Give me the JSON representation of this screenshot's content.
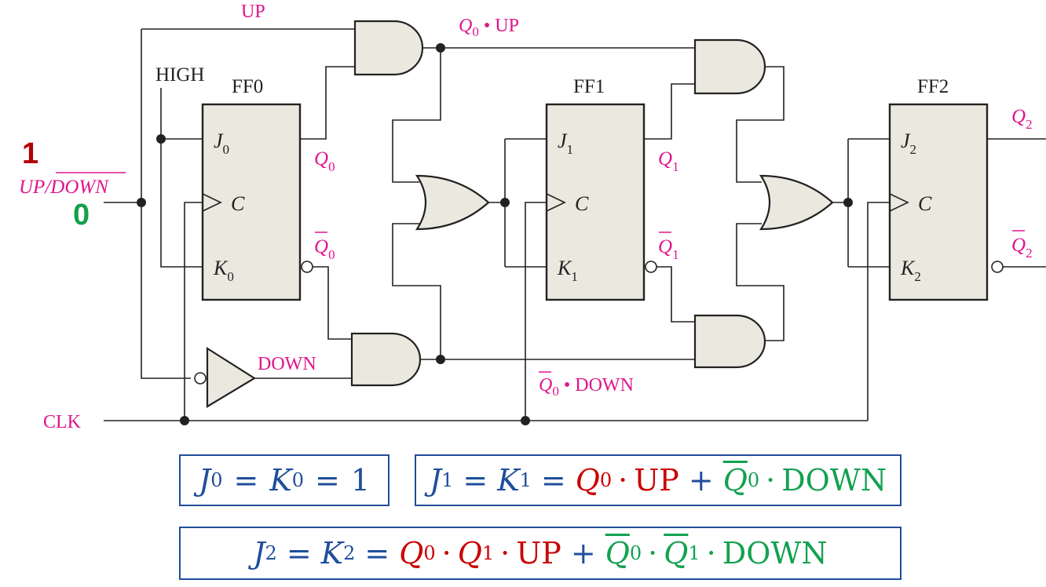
{
  "labels": {
    "up": "UP",
    "high": "HIGH",
    "ff0": "FF0",
    "ff1": "FF1",
    "ff2": "FF2",
    "down": "DOWN",
    "clk": "CLK",
    "updown_up": "UP/",
    "updown_down": "DOWN",
    "one": "1",
    "zero": "0",
    "q0_up_q": "Q",
    "q0_up_sub": "0",
    "q0_up_tail": "• UP",
    "q0n_down_q": "Q",
    "q0n_down_sub": "0",
    "q0n_down_tail": "• DOWN"
  },
  "flipflops": [
    {
      "name": "FF0",
      "j": "J",
      "j_sub": "0",
      "c": "C",
      "k": "K",
      "k_sub": "0",
      "q": "Q",
      "q_sub": "0",
      "qn": "Q",
      "qn_sub": "0"
    },
    {
      "name": "FF1",
      "j": "J",
      "j_sub": "1",
      "c": "C",
      "k": "K",
      "k_sub": "1",
      "q": "Q",
      "q_sub": "1",
      "qn": "Q",
      "qn_sub": "1"
    },
    {
      "name": "FF2",
      "j": "J",
      "j_sub": "2",
      "c": "C",
      "k": "K",
      "k_sub": "2",
      "q": "Q",
      "q_sub": "2",
      "qn": "Q",
      "qn_sub": "2"
    }
  ],
  "equations": {
    "eq1": {
      "j": "J",
      "j_sub": "0",
      "eq": "=",
      "k": "K",
      "k_sub": "0",
      "eq2": "=",
      "val": "1"
    },
    "eq2": {
      "j": "J",
      "j_sub": "1",
      "eq": "=",
      "k": "K",
      "k_sub": "1",
      "eq2": "=",
      "q0": "Q",
      "q0_sub": "0",
      "dot1": "·",
      "up": "UP",
      "plus": "+",
      "q0n": "Q",
      "q0n_sub": "0",
      "dot2": "·",
      "down": "DOWN"
    },
    "eq3": {
      "j": "J",
      "j_sub": "2",
      "eq": "=",
      "k": "K",
      "k_sub": "2",
      "eq2": "=",
      "q0": "Q",
      "q0_sub": "0",
      "dot1": "·",
      "q1": "Q",
      "q1_sub": "1",
      "dot2": "·",
      "up": "UP",
      "plus": "+",
      "q0n": "Q",
      "q0n_sub": "0",
      "dot3": "·",
      "q1n": "Q",
      "q1n_sub": "1",
      "dot4": "·",
      "down": "DOWN"
    }
  },
  "colors": {
    "magenta": "#e0158c",
    "eq_blue": "#1f4e9c",
    "eq_red": "#cc0000",
    "eq_green": "#12a150",
    "gate_fill": "#ebe8df"
  }
}
